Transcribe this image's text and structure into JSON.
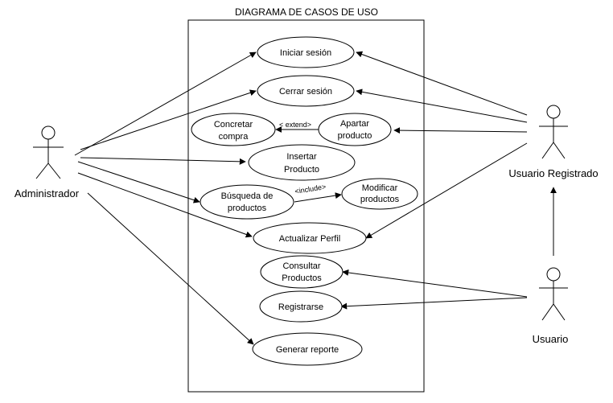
{
  "diagram": {
    "title": "DIAGRAMA DE CASOS DE USO",
    "actors": {
      "administrador": "Administrador",
      "usuario_registrado": "Usuario Registrado",
      "usuario": "Usuario"
    },
    "use_cases": {
      "iniciar_sesion": [
        "Iniciar sesión"
      ],
      "cerrar_sesion": [
        "Cerrar sesión"
      ],
      "concretar_compra": [
        "Concretar",
        "compra"
      ],
      "apartar_producto": [
        "Apartar",
        "producto"
      ],
      "insertar_producto": [
        "Insertar",
        "Producto"
      ],
      "busqueda_productos": [
        "Búsqueda de",
        "productos"
      ],
      "modificar_productos": [
        "Modificar",
        "productos"
      ],
      "actualizar_perfil": [
        "Actualizar Perfil"
      ],
      "consultar_productos": [
        "Consultar",
        "Productos"
      ],
      "registrarse": [
        "Registrarse"
      ],
      "generar_reporte": [
        "Generar reporte"
      ]
    },
    "relations": {
      "extend": "< extend>",
      "include": "<include>"
    }
  }
}
